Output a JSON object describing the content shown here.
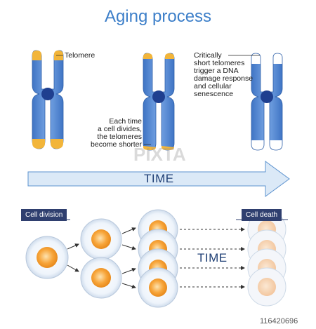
{
  "title": "Aging process",
  "labels": {
    "telomere": "Telomere",
    "each_time": [
      "Each time",
      "a cell divides,",
      "the telomeres",
      "become shorter"
    ],
    "critically": [
      "Critically",
      "short telomeres",
      "trigger a DNA",
      "damage response",
      "and cellular",
      "senescence"
    ]
  },
  "time_label_top": "TIME",
  "time_label_bottom": "TIME",
  "badges": {
    "cell_division": "Cell division",
    "cell_death": "Cell death"
  },
  "watermark": {
    "brand": "PIXTA",
    "code": "116420696"
  },
  "colors": {
    "title": "#3d7fc9",
    "chromosome": "#5b8ed6",
    "telomere": "#f2b53a",
    "centromere": "#1f3f8f",
    "arrow": "#cfe2f5",
    "badge": "#2f3f6f",
    "nucleus": "#f7a53a"
  }
}
